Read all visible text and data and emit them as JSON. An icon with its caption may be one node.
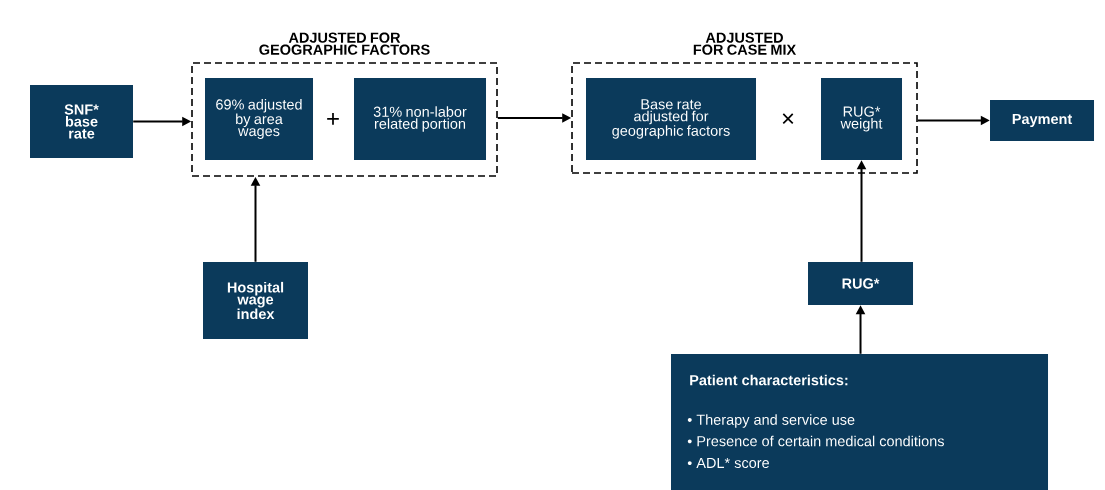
{
  "diagram": {
    "nodes": [
      {
        "text": [
          "SNF* base rate"
        ]
      },
      {
        "text": [
          "ADJUSTED FOR GEOGRAPHIC FACTORS"
        ]
      },
      {
        "text": [
          "69% adjusted by area wages"
        ],
        "in": 1
      },
      {
        "text": [
          "31% non-labor related portion"
        ],
        "in": 1
      },
      {
        "text": [
          "ADJUSTED FOR CASE MIX"
        ]
      },
      {
        "text": [
          "Base rate adjusted for geographic factors"
        ],
        "in": 4
      },
      {
        "text": [
          "RUG* weight"
        ],
        "in": 4
      },
      {
        "text": [
          "Payment"
        ]
      },
      {
        "text": [
          "Hospital wage index"
        ]
      },
      {
        "text": [
          "RUG*"
        ]
      },
      {
        "text": [
          "Patient characteristics:",
          "• Therapy and service use",
          "• Presence of certain medical conditions",
          "• ADL* score"
        ]
      }
    ],
    "edges": [
      {
        "from": 0,
        "to": 1,
        "arrow": "to"
      },
      {
        "from": 1,
        "to": 4,
        "arrow": "to"
      },
      {
        "from": 4,
        "to": 7,
        "arrow": "to"
      },
      {
        "from": 8,
        "to": 1,
        "arrow": "to"
      },
      {
        "from": 9,
        "to": 6,
        "arrow": "to"
      },
      {
        "from": 10,
        "to": 9,
        "arrow": "to"
      }
    ],
    "labels": [
      "+",
      "×"
    ]
  }
}
